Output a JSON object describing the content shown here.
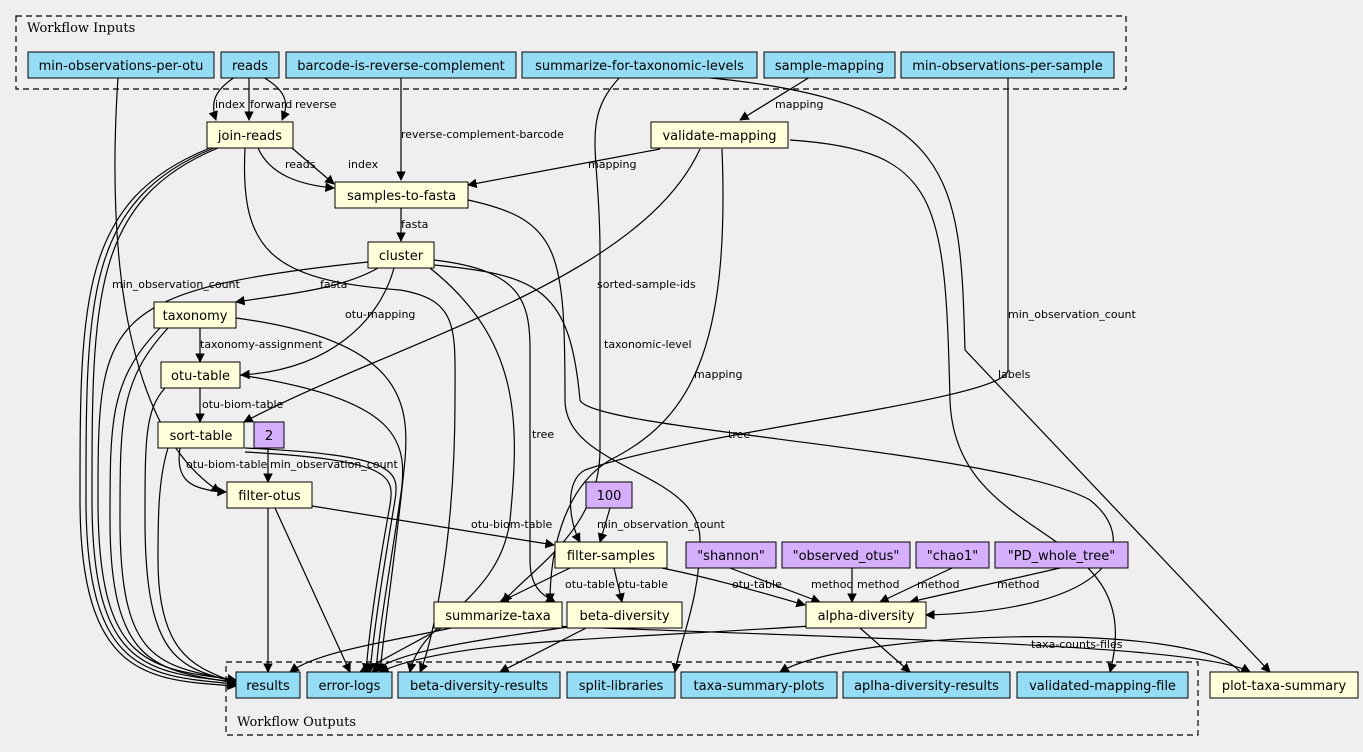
{
  "colors": {
    "background": "#efefef",
    "io_node": "#94ddf4",
    "step_node": "#ffffd9",
    "constant_node": "#d5aefc"
  },
  "clusters": {
    "inputs_label": "Workflow Inputs",
    "outputs_label": "Workflow Outputs"
  },
  "nodes": {
    "in_min_obs_otu": "min-observations-per-otu",
    "in_reads": "reads",
    "in_barcode": "barcode-is-reverse-complement",
    "in_summarize_levels": "summarize-for-taxonomic-levels",
    "in_sample_mapping": "sample-mapping",
    "in_min_obs_sample": "min-observations-per-sample",
    "join_reads": "join-reads",
    "validate_mapping": "validate-mapping",
    "samples_to_fasta": "samples-to-fasta",
    "cluster": "cluster",
    "taxonomy": "taxonomy",
    "otu_table": "otu-table",
    "sort_table": "sort-table",
    "const_2": "2",
    "filter_otus": "filter-otus",
    "const_100": "100",
    "filter_samples": "filter-samples",
    "const_shannon": "\"shannon\"",
    "const_observed": "\"observed_otus\"",
    "const_chao1": "\"chao1\"",
    "const_pd": "\"PD_whole_tree\"",
    "summarize_taxa": "summarize-taxa",
    "beta_diversity": "beta-diversity",
    "alpha_diversity": "alpha-diversity",
    "out_results": "results",
    "out_error_logs": "error-logs",
    "out_beta": "beta-diversity-results",
    "out_split": "split-libraries",
    "out_taxa_plots": "taxa-summary-plots",
    "out_alpha": "aplha-diversity-results",
    "out_validated": "validated-mapping-file",
    "plot_taxa_summary": "plot-taxa-summary"
  },
  "edge_labels": {
    "index1": "index",
    "forward": "forward",
    "reverse": "reverse",
    "mapping1": "mapping",
    "reverse_complement_barcode": "reverse-complement-barcode",
    "reads": "reads",
    "index2": "index",
    "mapping2": "mapping",
    "fasta1": "fasta",
    "fasta2": "fasta",
    "min_observation_count1": "min_observation_count",
    "sorted_sample_ids": "sorted-sample-ids",
    "min_observation_count2": "min_observation_count",
    "otu_mapping": "otu-mapping",
    "taxonomy_assignment": "taxonomy-assignment",
    "taxonomic_level": "taxonomic-level",
    "mapping3": "mapping",
    "labels": "labels",
    "otu_biom_table1": "otu-biom-table",
    "tree1": "tree",
    "tree2": "tree",
    "otu_biom_table2": "otu-biom-table",
    "min_observation_count3": "min_observation_count",
    "otu_biom_table3": "otu-biom-table",
    "min_observation_count4": "min_observation_count",
    "otu_table1": "otu-table",
    "otu_table2": "otu-table",
    "otu_table3": "otu-table",
    "method1": "method",
    "method2": "method",
    "method3": "method",
    "method4": "method",
    "taxa_counts_files": "taxa-counts-files"
  }
}
